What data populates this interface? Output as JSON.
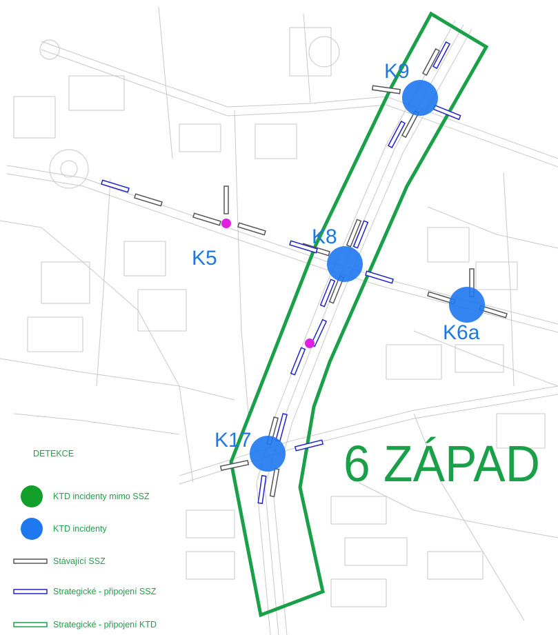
{
  "map": {
    "zone_name": "6 ZÁPAD",
    "colors": {
      "zone_outline": "#1aa048",
      "incident_blue": "#1e78f0",
      "incident_green": "#12a02a",
      "existing_signal": "#555555",
      "strategic_signal": "#2222cc",
      "detector": "#e020e0",
      "base_map": "#c8c8c8"
    },
    "intersections": [
      {
        "id": "k9",
        "label": "K9"
      },
      {
        "id": "k8",
        "label": "K8"
      },
      {
        "id": "k6a",
        "label": "K6a"
      },
      {
        "id": "k17",
        "label": "K17"
      },
      {
        "id": "k5",
        "label": "K5"
      }
    ]
  },
  "legend": {
    "heading": "DETEKCE",
    "items": [
      {
        "id": "ktd-mimo",
        "label": "KTD incidenty mimo SSZ",
        "symbol": "green-dot-icon"
      },
      {
        "id": "ktd",
        "label": "KTD incidenty",
        "symbol": "blue-dot-icon"
      },
      {
        "id": "stavajici",
        "label": "Stávající SSZ",
        "symbol": "gray-bar-icon"
      },
      {
        "id": "strat-ssz",
        "label": "Strategické - připojení SSZ",
        "symbol": "blue-bar-icon"
      },
      {
        "id": "strat-ktd",
        "label": "Strategické - připojení KTD",
        "symbol": "green-bar-icon"
      }
    ]
  }
}
